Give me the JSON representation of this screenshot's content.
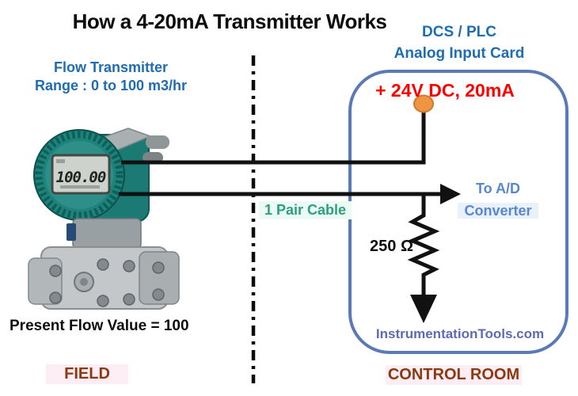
{
  "title": "How a 4-20mA Transmitter Works",
  "field": {
    "device_label_line1": "Flow Transmitter",
    "device_label_line2": "Range : 0 to 100 m3/hr",
    "lcd_value": "100.00",
    "present_flow_text": "Present Flow Value = 100",
    "zone_label": "FIELD"
  },
  "cable": {
    "label": "1 Pair Cable"
  },
  "control_room": {
    "header_line1": "DCS / PLC",
    "header_line2": "Analog Input Card",
    "supply_label": "+ 24V DC, 20mA",
    "resistor_label": "250 Ω",
    "converter_line1": "To A/D",
    "converter_line2": "Converter",
    "brand": "InstrumentationTools.com",
    "zone_label": "CONTROL ROOM"
  },
  "colors": {
    "heading-blue": "#1e6db2",
    "supply-red": "#fe0000",
    "cable-green": "#2f9e7d",
    "converter-blue": "#5a86d0",
    "brand-blue": "#5b6cb3",
    "zone-maroon": "#8a3a10",
    "zone-bg": "#fdeef5",
    "card-border": "#5b7ab5",
    "wire-black": "#111111",
    "terminal-orange": "#ef9440"
  }
}
